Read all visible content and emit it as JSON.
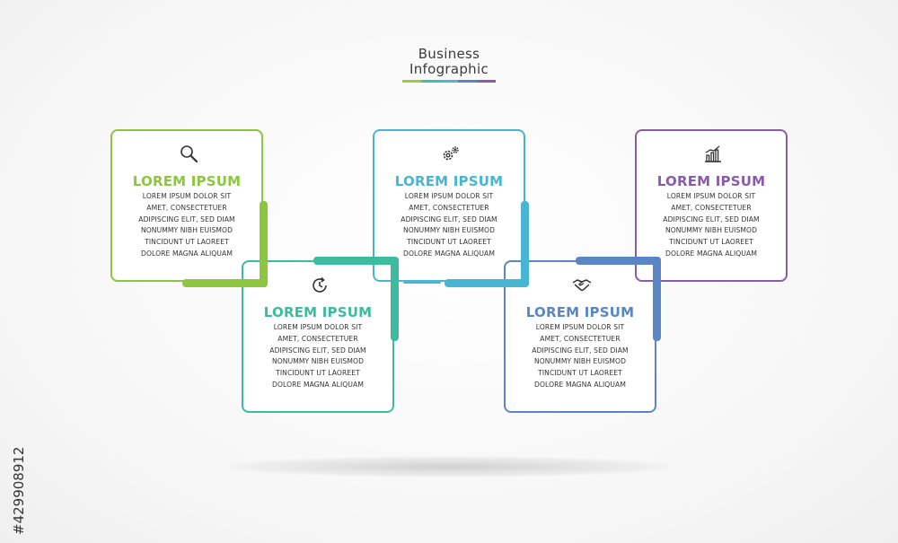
{
  "title": {
    "line1": "Business",
    "line2": "Infographic"
  },
  "title_bar_colors": [
    "#9acd3c",
    "#3fbfa4",
    "#4cb8d6",
    "#5b84c8",
    "#8a5ca8"
  ],
  "steps": [
    {
      "icon": "magnifier-icon",
      "color": "#8cc63f",
      "title": "LOREM IPSUM",
      "lines": [
        "LOREM IPSUM DOLOR SIT",
        "AMET, CONSECTETUER",
        "ADIPISCING ELIT, SED DIAM",
        "NONUMMY NIBH EUISMOD",
        "TINCIDUNT UT LAOREET",
        "DOLORE MAGNA ALIQUAM"
      ]
    },
    {
      "icon": "clock-refresh-icon",
      "color": "#3dbb9f",
      "title": "LOREM IPSUM",
      "lines": [
        "LOREM IPSUM DOLOR SIT",
        "AMET, CONSECTETUER",
        "ADIPISCING ELIT, SED DIAM",
        "NONUMMY NIBH EUISMOD",
        "TINCIDUNT UT LAOREET",
        "DOLORE MAGNA ALIQUAM"
      ]
    },
    {
      "icon": "gears-icon",
      "color": "#48b6d3",
      "title": "LOREM IPSUM",
      "lines": [
        "LOREM IPSUM DOLOR SIT",
        "AMET, CONSECTETUER",
        "ADIPISCING ELIT, SED DIAM",
        "NONUMMY NIBH EUISMOD",
        "TINCIDUNT UT LAOREET",
        "DOLORE MAGNA ALIQUAM"
      ]
    },
    {
      "icon": "handshake-icon",
      "color": "#5a86c6",
      "title": "LOREM IPSUM",
      "lines": [
        "LOREM IPSUM DOLOR SIT",
        "AMET, CONSECTETUER",
        "ADIPISCING ELIT, SED DIAM",
        "NONUMMY NIBH EUISMOD",
        "TINCIDUNT UT LAOREET",
        "DOLORE MAGNA ALIQUAM"
      ]
    },
    {
      "icon": "bar-chart-icon",
      "color": "#8a5ca8",
      "title": "LOREM IPSUM",
      "lines": [
        "LOREM IPSUM DOLOR SIT",
        "AMET, CONSECTETUER",
        "ADIPISCING ELIT, SED DIAM",
        "NONUMMY NIBH EUISMOD",
        "TINCIDUNT UT LAOREET",
        "DOLORE MAGNA ALIQUAM"
      ]
    }
  ],
  "stock_id": "#429908912"
}
